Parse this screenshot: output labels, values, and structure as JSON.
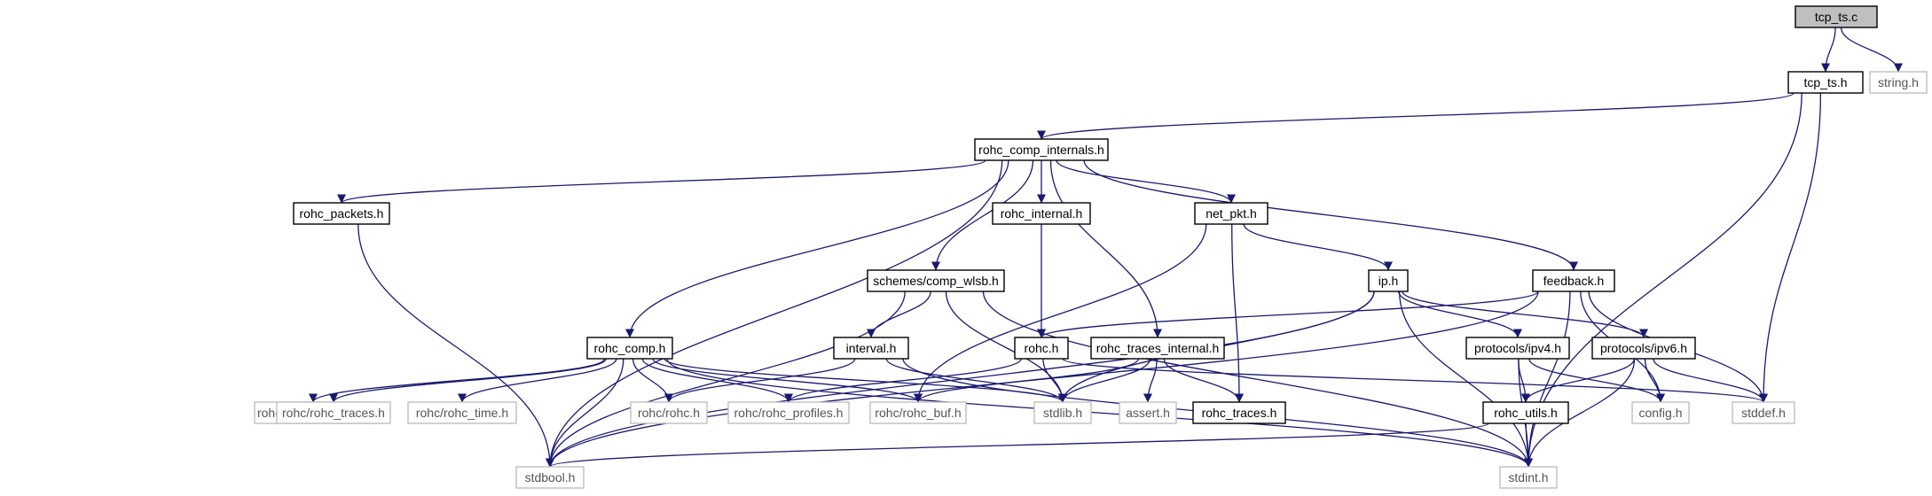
{
  "colors": {
    "edge": "#191970",
    "focus_fill": "#bfbfbf",
    "doc_border": "#000000",
    "ext_border": "#bfbfbf",
    "ext_text": "#555555"
  },
  "nodes": {
    "tcp_ts_c": "tcp_ts.c",
    "tcp_ts_h": "tcp_ts.h",
    "string_h": "string.h",
    "rohc_comp_internals_h": "rohc_comp_internals.h",
    "rohc_packets_h": "rohc_packets.h",
    "rohc_internal_h": "rohc_internal.h",
    "net_pkt_h": "net_pkt.h",
    "schemes_comp_wlsb_h": "schemes/comp_wlsb.h",
    "ip_h": "ip.h",
    "feedback_h": "feedback.h",
    "rohc_comp_h": "rohc_comp.h",
    "interval_h": "interval.h",
    "rohc_h": "rohc.h",
    "rohc_traces_internal_h": "rohc_traces_internal.h",
    "protocols_ipv4_h": "protocols/ipv4.h",
    "protocols_ipv6_h": "protocols/ipv6.h",
    "rohc_rohc_packets_h": "rohc/rohc_packets.h",
    "rohc_rohc_traces_h": "rohc/rohc_traces.h",
    "rohc_rohc_time_h": "rohc/rohc_time.h",
    "rohc_rohc_h": "rohc/rohc.h",
    "rohc_rohc_profiles_h": "rohc/rohc_profiles.h",
    "rohc_rohc_buf_h": "rohc/rohc_buf.h",
    "stdlib_h": "stdlib.h",
    "assert_h": "assert.h",
    "rohc_traces_h": "rohc_traces.h",
    "config_h": "config.h",
    "stddef_h": "stddef.h",
    "rohc_utils_h": "rohc_utils.h",
    "stdbool_h": "stdbool.h",
    "stdint_h": "stdint.h"
  },
  "edges": [
    [
      "tcp_ts_c",
      "tcp_ts_h"
    ],
    [
      "tcp_ts_c",
      "string_h"
    ],
    [
      "tcp_ts_h",
      "rohc_comp_internals_h"
    ],
    [
      "tcp_ts_h",
      "stddef_h"
    ],
    [
      "tcp_ts_h",
      "stdint_h"
    ],
    [
      "rohc_comp_internals_h",
      "rohc_packets_h"
    ],
    [
      "rohc_comp_internals_h",
      "rohc_internal_h"
    ],
    [
      "rohc_comp_internals_h",
      "net_pkt_h"
    ],
    [
      "rohc_comp_internals_h",
      "schemes_comp_wlsb_h"
    ],
    [
      "rohc_comp_internals_h",
      "feedback_h"
    ],
    [
      "rohc_comp_internals_h",
      "rohc_comp_h"
    ],
    [
      "rohc_comp_internals_h",
      "rohc_traces_internal_h"
    ],
    [
      "rohc_comp_internals_h",
      "stdbool_h"
    ],
    [
      "rohc_packets_h",
      "stdbool_h"
    ],
    [
      "rohc_internal_h",
      "rohc_h"
    ],
    [
      "net_pkt_h",
      "ip_h"
    ],
    [
      "net_pkt_h",
      "rohc_traces_h"
    ],
    [
      "net_pkt_h",
      "rohc_rohc_buf_h"
    ],
    [
      "schemes_comp_wlsb_h",
      "interval_h"
    ],
    [
      "schemes_comp_wlsb_h",
      "stdlib_h"
    ],
    [
      "schemes_comp_wlsb_h",
      "stdint_h"
    ],
    [
      "schemes_comp_wlsb_h",
      "stdbool_h"
    ],
    [
      "ip_h",
      "protocols_ipv4_h"
    ],
    [
      "ip_h",
      "protocols_ipv6_h"
    ],
    [
      "ip_h",
      "stdlib_h"
    ],
    [
      "ip_h",
      "stdint_h"
    ],
    [
      "ip_h",
      "stdbool_h"
    ],
    [
      "feedback_h",
      "rohc_h"
    ],
    [
      "feedback_h",
      "config_h"
    ],
    [
      "feedback_h",
      "stddef_h"
    ],
    [
      "feedback_h",
      "stdint_h"
    ],
    [
      "feedback_h",
      "stdbool_h"
    ],
    [
      "rohc_comp_h",
      "rohc_rohc_packets_h"
    ],
    [
      "rohc_comp_h",
      "rohc_rohc_traces_h"
    ],
    [
      "rohc_comp_h",
      "rohc_rohc_time_h"
    ],
    [
      "rohc_comp_h",
      "rohc_rohc_h"
    ],
    [
      "rohc_comp_h",
      "rohc_rohc_profiles_h"
    ],
    [
      "rohc_comp_h",
      "rohc_rohc_buf_h"
    ],
    [
      "rohc_comp_h",
      "stdlib_h"
    ],
    [
      "rohc_comp_h",
      "stdbool_h"
    ],
    [
      "rohc_comp_h",
      "stdint_h"
    ],
    [
      "interval_h",
      "rohc_rohc_h"
    ],
    [
      "interval_h",
      "stdlib_h"
    ],
    [
      "interval_h",
      "stdint_h"
    ],
    [
      "rohc_h",
      "rohc_rohc_profiles_h"
    ],
    [
      "rohc_h",
      "stdlib_h"
    ],
    [
      "rohc_h",
      "stddef_h"
    ],
    [
      "rohc_traces_internal_h",
      "rohc_rohc_buf_h"
    ],
    [
      "rohc_traces_internal_h",
      "stdlib_h"
    ],
    [
      "rohc_traces_internal_h",
      "assert_h"
    ],
    [
      "rohc_traces_internal_h",
      "rohc_traces_h"
    ],
    [
      "protocols_ipv4_h",
      "rohc_utils_h"
    ],
    [
      "protocols_ipv4_h",
      "config_h"
    ],
    [
      "protocols_ipv4_h",
      "stdint_h"
    ],
    [
      "protocols_ipv6_h",
      "rohc_utils_h"
    ],
    [
      "protocols_ipv6_h",
      "config_h"
    ],
    [
      "protocols_ipv6_h",
      "stddef_h"
    ],
    [
      "protocols_ipv6_h",
      "stdint_h"
    ],
    [
      "rohc_utils_h",
      "stdint_h"
    ],
    [
      "rohc_utils_h",
      "stdbool_h"
    ]
  ]
}
